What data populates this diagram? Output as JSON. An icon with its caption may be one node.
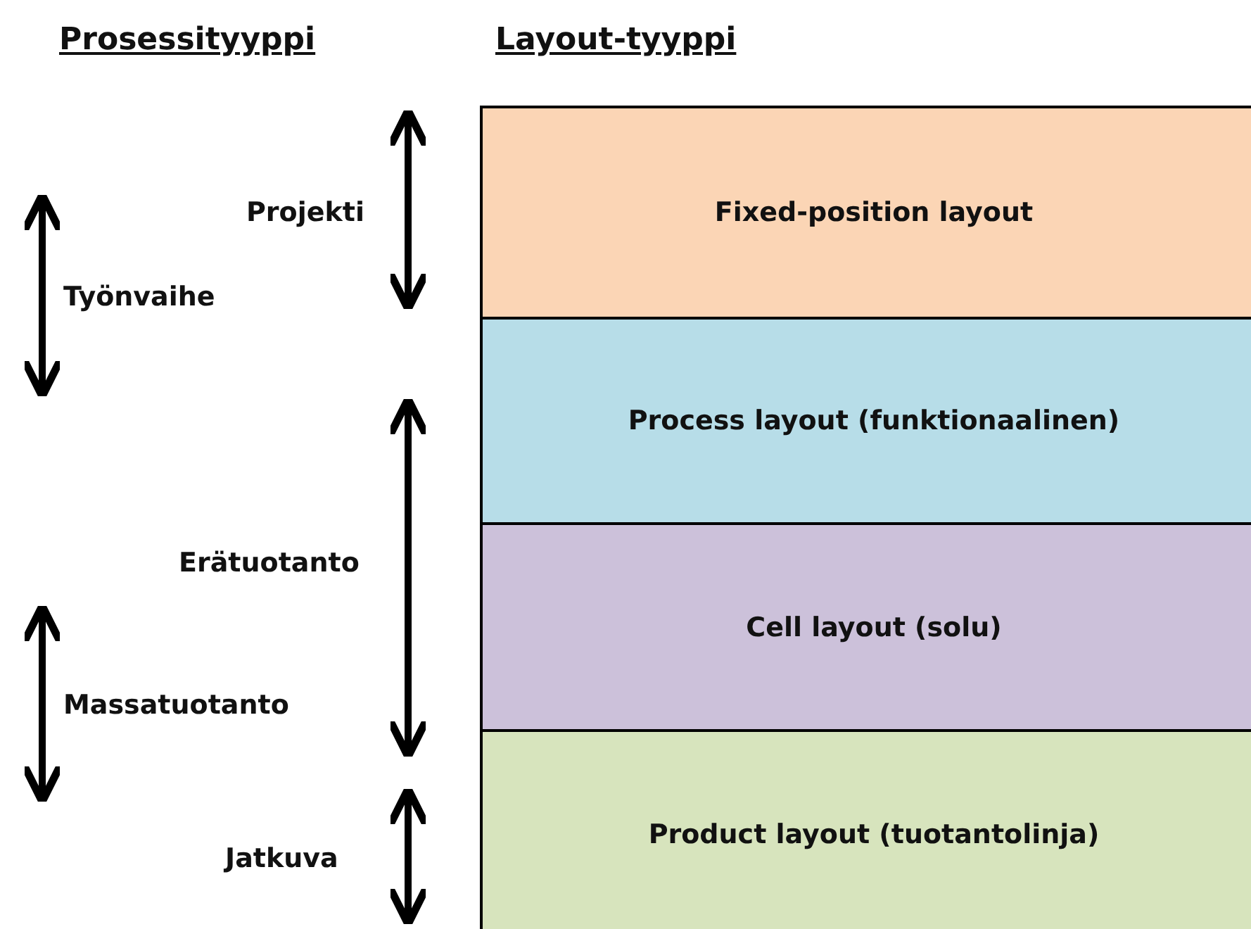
{
  "diagram": {
    "nodes": [
      {
        "text": [
          "Fixed-position layout"
        ]
      },
      {
        "text": [
          "Process layout (funktionaalinen)"
        ]
      },
      {
        "text": [
          "Cell layout (solu)"
        ]
      },
      {
        "text": [
          "Product layout (tuotantolinja)"
        ]
      }
    ],
    "labels": [
      "Prosessityyppi",
      "Layout-tyyppi",
      "Projekti",
      "Työnvaihe",
      "Erätuotanto",
      "Massatuotanto",
      "Jatkuva"
    ]
  }
}
